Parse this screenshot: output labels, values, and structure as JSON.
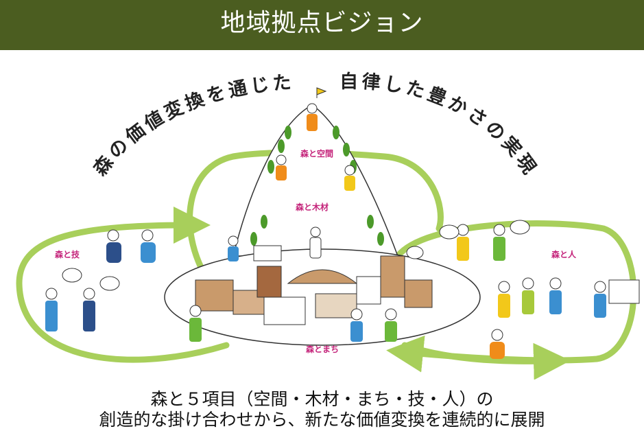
{
  "header": {
    "title": "地域拠点ビジョン"
  },
  "diagram": {
    "arc_left": "森の価値変換を通じた",
    "arc_right": "自律した豊かさの実現",
    "labels": {
      "space": "森と空間",
      "timber": "森と木材",
      "skill": "森と技",
      "people": "森と人",
      "town": "森とまち"
    },
    "colors": {
      "loop": "#a8cf5b",
      "label": "#c4237a",
      "header": "#4b5d20"
    }
  },
  "caption": {
    "line1": "森と５項目（空間・木材・まち・技・人）の",
    "line2": "創造的な掛け合わせから、新たな価値変換を連続的に展開"
  }
}
